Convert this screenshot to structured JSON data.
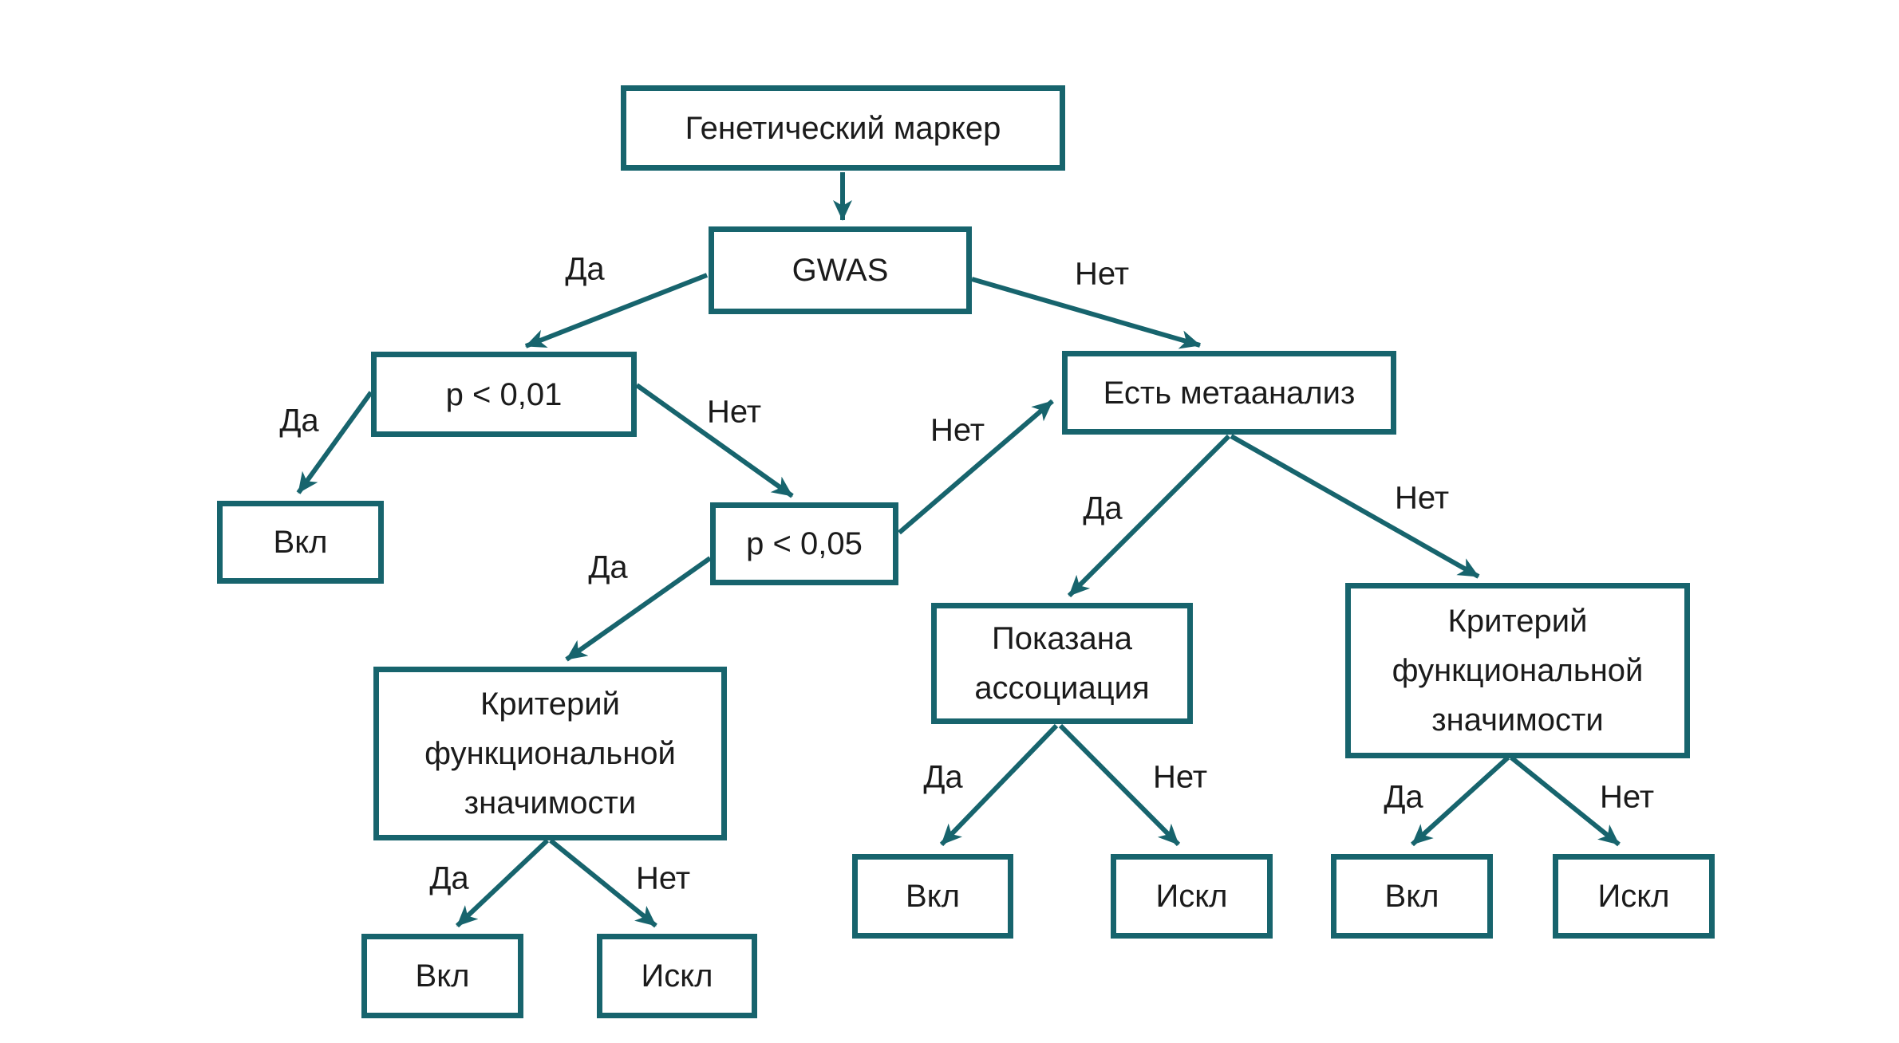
{
  "diagram": {
    "title": "Decision tree for genetic marker inclusion",
    "nodes": {
      "genetic_marker": {
        "label": "Генетический маркер"
      },
      "gwas": {
        "label": "GWAS"
      },
      "p_001": {
        "label": "p < 0,01"
      },
      "meta": {
        "label": "Есть метаанализ"
      },
      "include_p001": {
        "label": "Вкл"
      },
      "p_005": {
        "label": "p < 0,05"
      },
      "crit_left": {
        "label": "Критерий функциональной значимости"
      },
      "assoc": {
        "label": "Показана ассоциация"
      },
      "crit_right": {
        "label": "Критерий функциональной значимости"
      },
      "include_crit_left": {
        "label": "Вкл"
      },
      "exclude_crit_left": {
        "label": "Искл"
      },
      "include_assoc": {
        "label": "Вкл"
      },
      "exclude_assoc": {
        "label": "Искл"
      },
      "include_crit_right": {
        "label": "Вкл"
      },
      "exclude_crit_right": {
        "label": "Искл"
      }
    },
    "edges": [
      {
        "from": "genetic_marker",
        "to": "gwas",
        "label": ""
      },
      {
        "from": "gwas",
        "to": "p_001",
        "label": "Да"
      },
      {
        "from": "gwas",
        "to": "meta",
        "label": "Нет"
      },
      {
        "from": "p_001",
        "to": "include_p001",
        "label": "Да"
      },
      {
        "from": "p_001",
        "to": "p_005",
        "label": "Нет"
      },
      {
        "from": "p_005",
        "to": "crit_left",
        "label": "Да"
      },
      {
        "from": "p_005",
        "to": "meta",
        "label": "Нет"
      },
      {
        "from": "meta",
        "to": "assoc",
        "label": "Да"
      },
      {
        "from": "meta",
        "to": "crit_right",
        "label": "Нет"
      },
      {
        "from": "crit_left",
        "to": "include_crit_left",
        "label": "Да"
      },
      {
        "from": "crit_left",
        "to": "exclude_crit_left",
        "label": "Нет"
      },
      {
        "from": "assoc",
        "to": "include_assoc",
        "label": "Да"
      },
      {
        "from": "assoc",
        "to": "exclude_assoc",
        "label": "Нет"
      },
      {
        "from": "crit_right",
        "to": "include_crit_right",
        "label": "Да"
      },
      {
        "from": "crit_right",
        "to": "exclude_crit_right",
        "label": "Нет"
      }
    ],
    "colors": {
      "accent": "#17646d",
      "text": "#1b1b1b",
      "background": "#ffffff"
    }
  }
}
